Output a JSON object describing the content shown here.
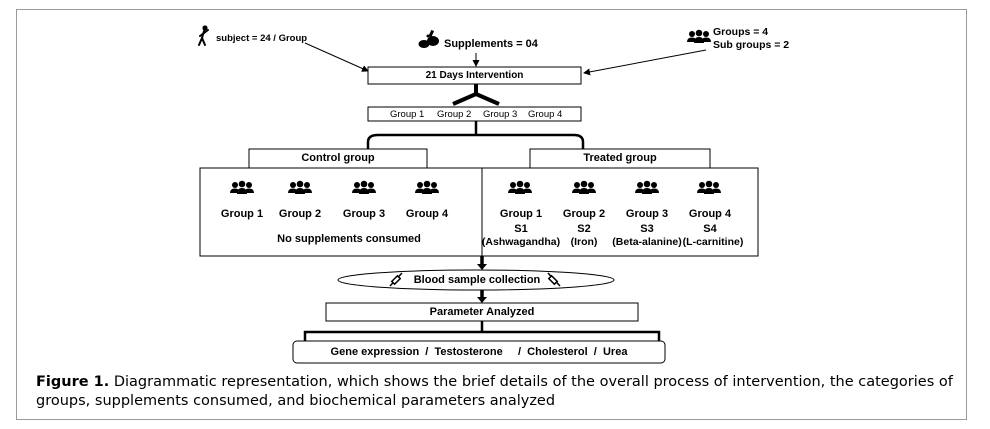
{
  "top": {
    "subject": "subject = 24 / Group",
    "supplements": "Supplements = 04",
    "groups": "Groups = 4",
    "subgroups": "Sub groups = 2"
  },
  "intervention": "21 Days Intervention",
  "group_bar": [
    "Group 1",
    "Group 2",
    "Group 3",
    "Group 4"
  ],
  "control": {
    "header": "Control group",
    "groups": [
      "Group 1",
      "Group 2",
      "Group 3",
      "Group 4"
    ],
    "note": "No supplements consumed"
  },
  "treated": {
    "header": "Treated group",
    "groups": [
      {
        "label": "Group 1",
        "code": "S1",
        "name": "(Ashwagandha)"
      },
      {
        "label": "Group 2",
        "code": "S2",
        "name": "(Iron)"
      },
      {
        "label": "Group 3",
        "code": "S3",
        "name": "(Beta-alanine)"
      },
      {
        "label": "Group 4",
        "code": "S4",
        "name": "(L-carnitine)"
      }
    ]
  },
  "blood": "Blood sample collection",
  "parameter": "Parameter Analyzed",
  "parameters_line": "Gene expression  /  Testosterone     /  Cholesterol  /  Urea",
  "caption": {
    "label": "Figure 1.",
    "text": " Diagrammatic representation, which shows the brief details of the overall process of intervention, the categories of groups, supplements consumed, and biochemical parameters analyzed"
  },
  "icons": {
    "subject": "walking-person-icon",
    "supplements": "supplements-icon",
    "groups": "people-group-icon",
    "blood": "syringe-icon"
  }
}
